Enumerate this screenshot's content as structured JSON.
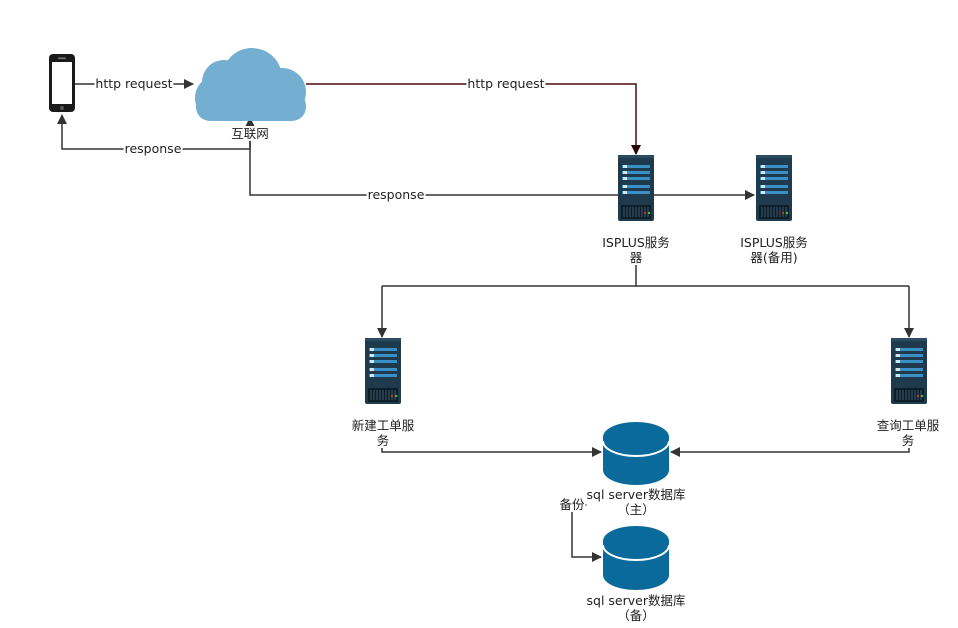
{
  "nodes": {
    "phone": {
      "label": ""
    },
    "internet": {
      "label": "互联网",
      "color": "#74aed1"
    },
    "isplus_main": {
      "label": "ISPLUS服务\n器"
    },
    "isplus_backup": {
      "label": "ISPLUS服务\n器(备用)"
    },
    "create_order": {
      "label": "新建工单服\n务"
    },
    "query_order": {
      "label": "查询工单服\n务"
    },
    "db_primary": {
      "label": "sql server数据库\n（主）",
      "color": "#0a6a9c"
    },
    "db_backup": {
      "label": "sql server数据库\n（备）",
      "color": "#0a6a9c"
    }
  },
  "edges": {
    "phone_to_internet": "http request",
    "internet_to_phone": "response",
    "internet_to_isplus": "http request",
    "isplus_to_internet": "response",
    "db_backup_edge": "备份"
  },
  "colors": {
    "server_body": "#1f3a4d",
    "server_stripe": "#3a8fc4",
    "edge_dark": "#4a0a0a",
    "edge": "#333333"
  }
}
